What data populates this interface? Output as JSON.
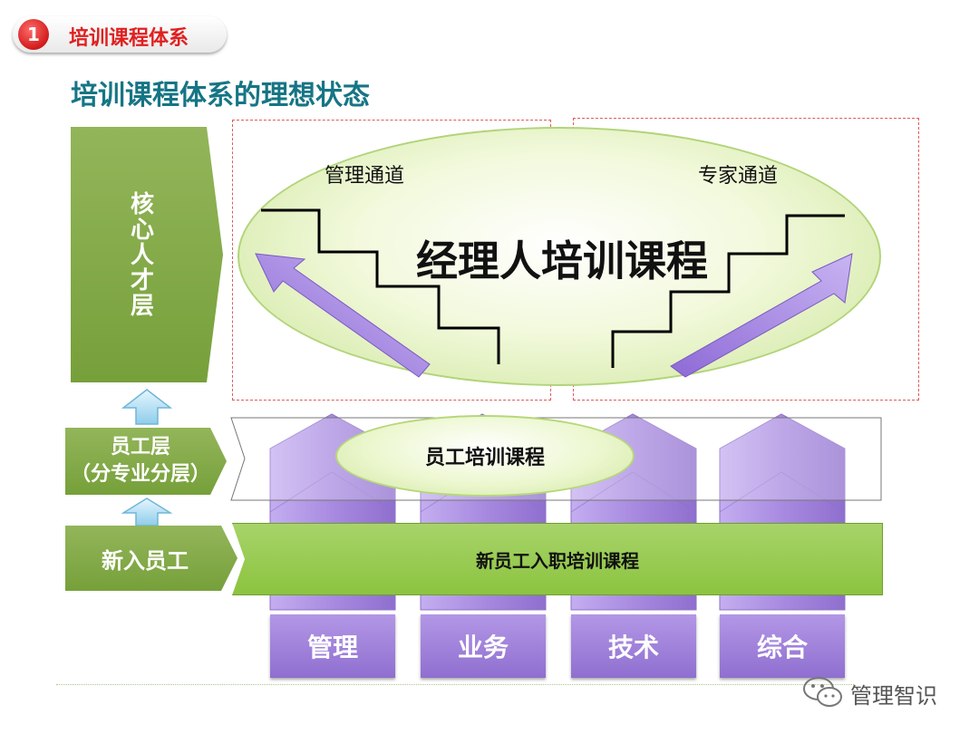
{
  "header": {
    "section_number": "1",
    "section_title": "培训课程体系"
  },
  "page_title": "培训课程体系的理想状态",
  "levels": {
    "core": "核心人才层",
    "employee": "员工层\n（分专业分层）",
    "new_hire": "新入员工"
  },
  "paths": {
    "management": "管理通道",
    "expert": "专家通道"
  },
  "courses": {
    "manager": "经理人培训课程",
    "employee": "员工培训课程",
    "new_hire": "新员工入职培训课程"
  },
  "pillars": [
    "管理",
    "业务",
    "技术",
    "综合"
  ],
  "footer": {
    "brand": "管理智识"
  },
  "colors": {
    "accent_red": "#e02020",
    "title_teal": "#167585",
    "level_green": "#7ea843",
    "pillar_purple": "#a486dc",
    "ellipse_green": "#d9ecb0"
  }
}
